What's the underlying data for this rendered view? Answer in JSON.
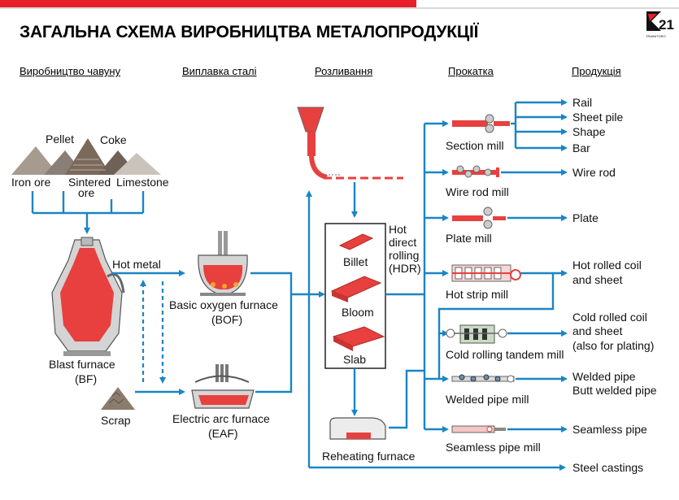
{
  "title": "ЗАГАЛЬНА СХЕМА ВИРОБНИЦТВА МЕТАЛОПРОДУКЦІЇ",
  "logo_text": "21",
  "logo_subtext": "TRAINITORO",
  "stages": [
    "Виробництво чавуну",
    "Виплавка сталі",
    "Розливання",
    "Прокатка",
    "Продукція"
  ],
  "raw_materials": {
    "pellet": "Pellet",
    "coke": "Coke",
    "iron_ore": "Iron ore",
    "sintered_ore_1": "Sintered",
    "sintered_ore_2": "ore",
    "limestone": "Limestone",
    "scrap": "Scrap"
  },
  "blast_furnace": {
    "line1": "Blast furnace",
    "line2": "(BF)"
  },
  "hot_metal": "Hot metal",
  "bof": {
    "line1": "Basic oxygen furnace",
    "line2": "(BOF)"
  },
  "eaf": {
    "line1": "Electric arc furnace",
    "line2": "(EAF)"
  },
  "hdr": {
    "line1": "Hot",
    "line2": "direct",
    "line3": "rolling",
    "line4": "(HDR)"
  },
  "semis": [
    "Billet",
    "Bloom",
    "Slab"
  ],
  "reheating": "Reheating furnace",
  "mills": {
    "section": "Section mill",
    "wire_rod": "Wire rod mill",
    "plate": "Plate mill",
    "hot_strip": "Hot strip mill",
    "cold_rolling": "Cold rolling tandem mill",
    "welded_pipe": "Welded pipe mill",
    "seamless_pipe": "Seamless pipe mill"
  },
  "products": {
    "rail": "Rail",
    "sheet_pile": "Sheet pile",
    "shape": "Shape",
    "bar": "Bar",
    "wire_rod": "Wire rod",
    "plate": "Plate",
    "hot_rolled_1": "Hot rolled coil",
    "hot_rolled_2": "and sheet",
    "cold_rolled_1": "Cold rolled coil",
    "cold_rolled_2": "and sheet",
    "cold_rolled_3": "(also for plating)",
    "welded_pipe": "Welded pipe",
    "butt_welded_pipe": "Butt welded pipe",
    "seamless_pipe": "Seamless pipe",
    "steel_castings": "Steel castings"
  },
  "colors": {
    "accent_red": "#e8202a",
    "flow_blue": "#1a85c3",
    "steel_red": "#e8403e"
  }
}
